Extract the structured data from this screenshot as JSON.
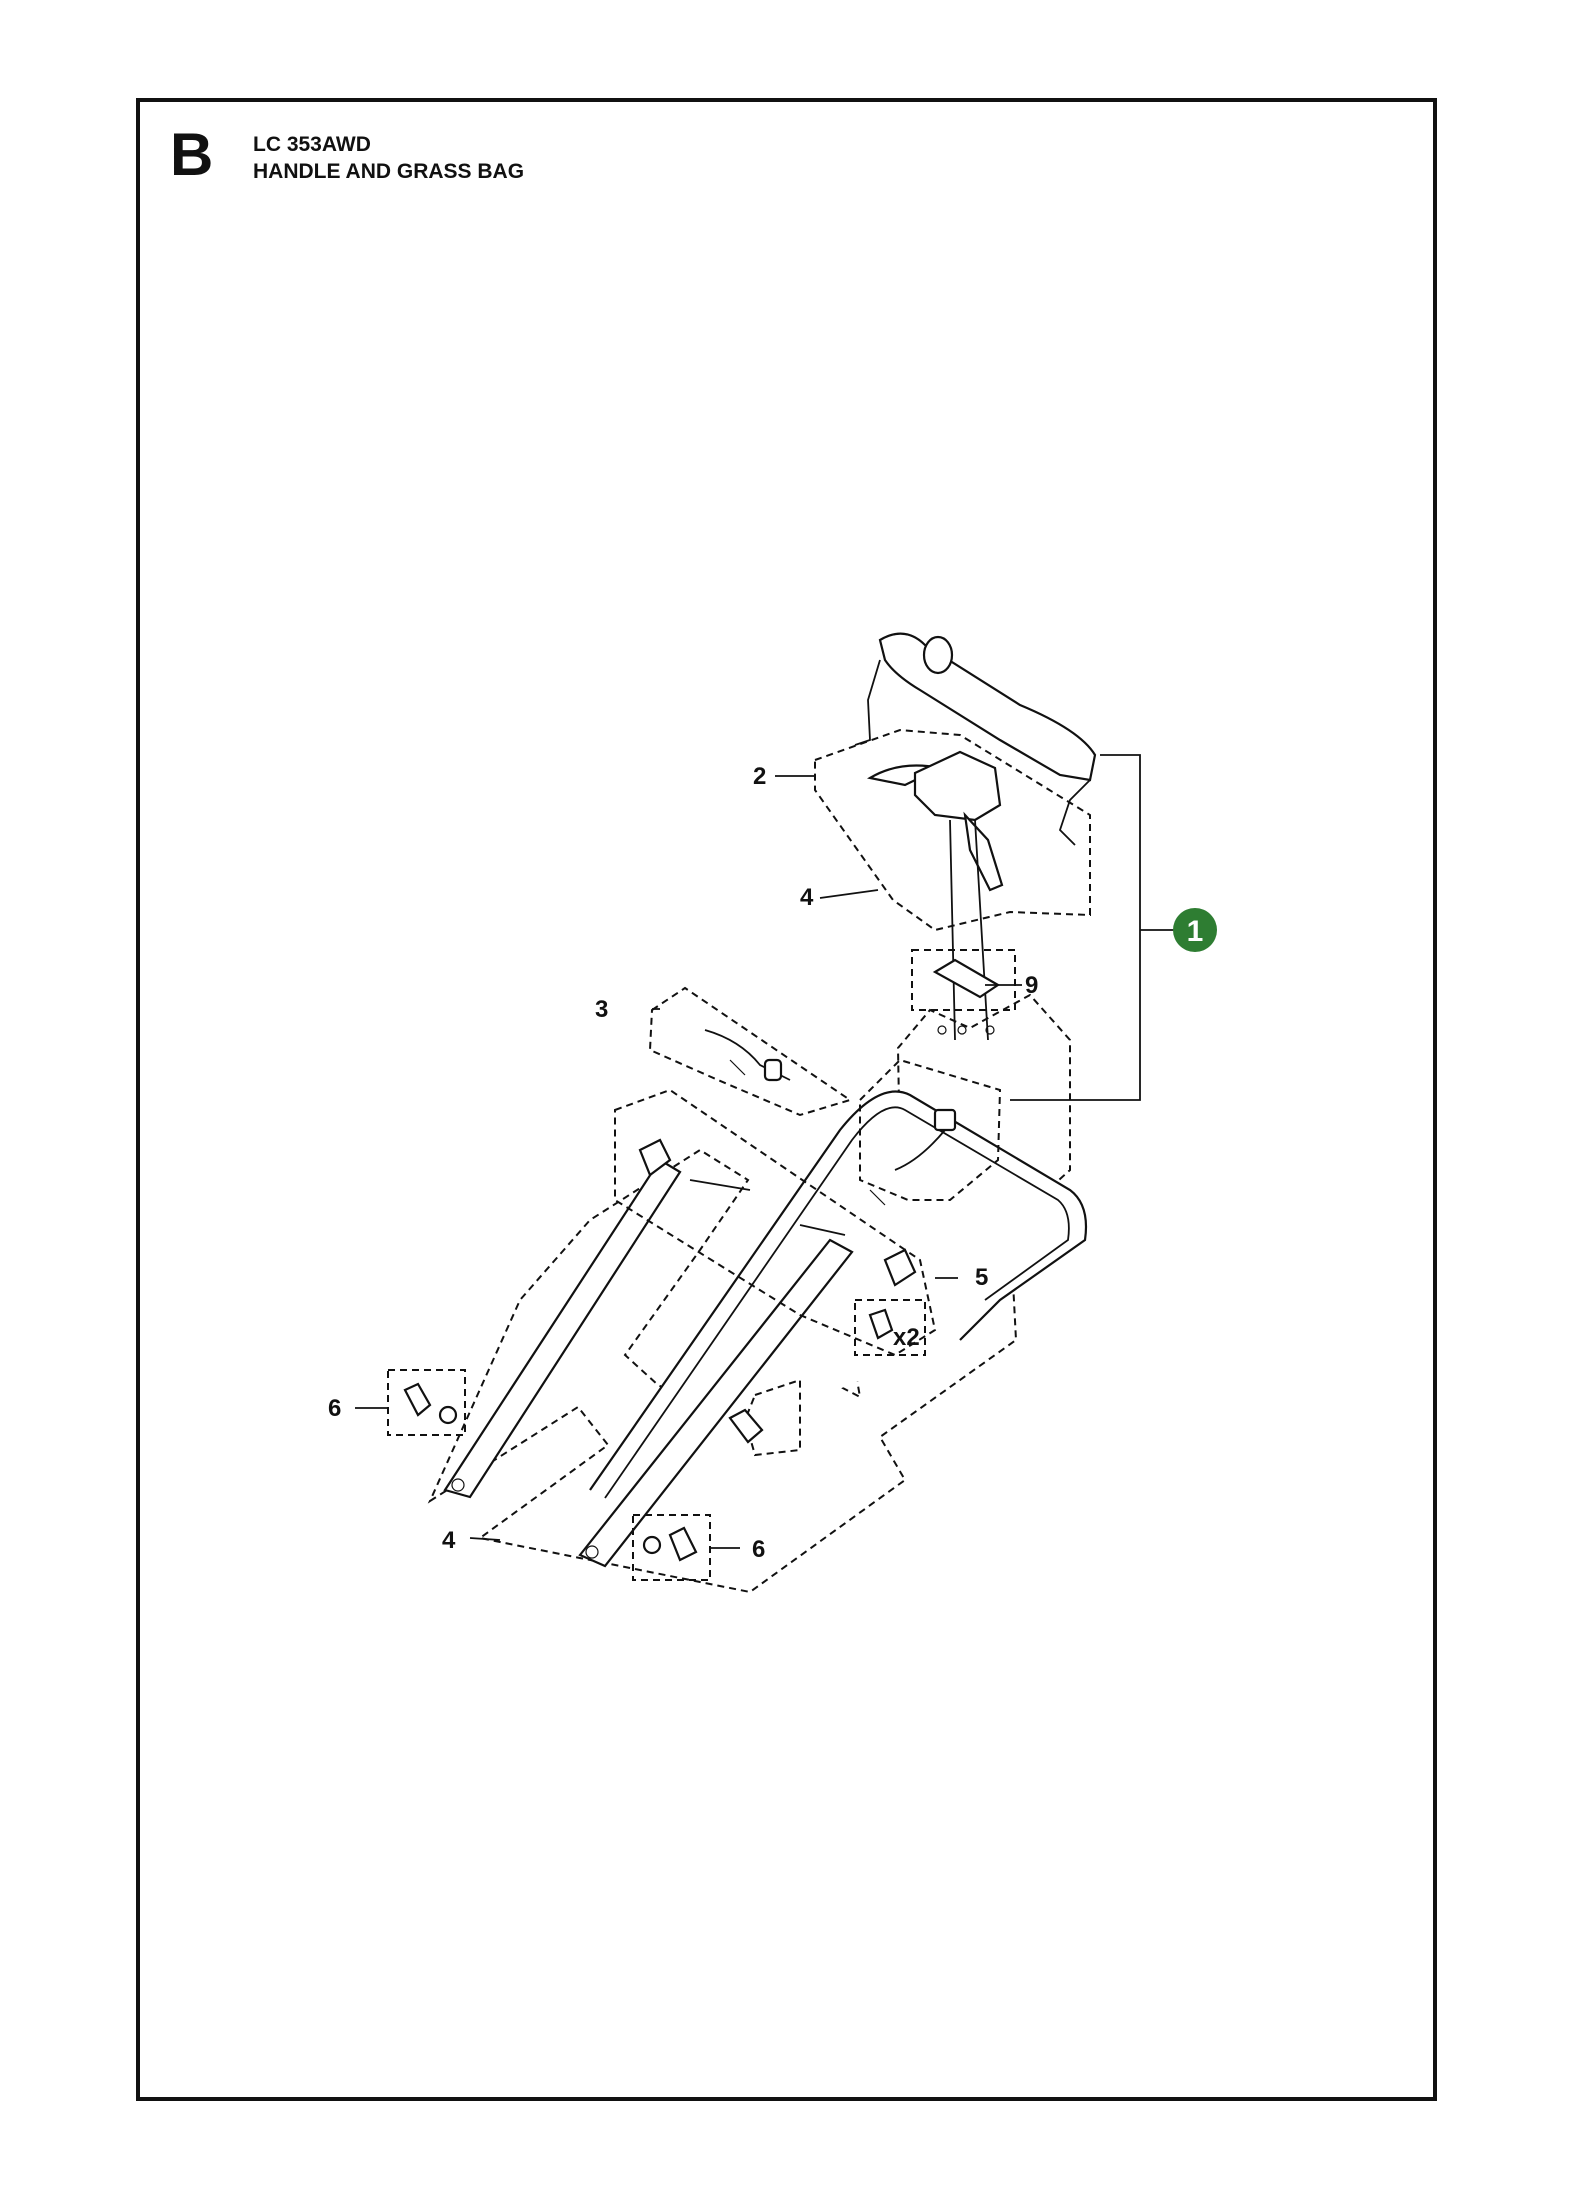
{
  "header": {
    "section_letter": "B",
    "model": "LC 353AWD",
    "title": "HANDLE AND GRASS BAG"
  },
  "callouts": {
    "c1": "1",
    "c2": "2",
    "c3": "3",
    "c4_top": "4",
    "c4_bottom": "4",
    "c5": "5",
    "c6_left": "6",
    "c6_right": "6",
    "c9": "9",
    "x2": "x2"
  },
  "colors": {
    "main_callout": "#2e7d32",
    "lines": "#111111"
  }
}
